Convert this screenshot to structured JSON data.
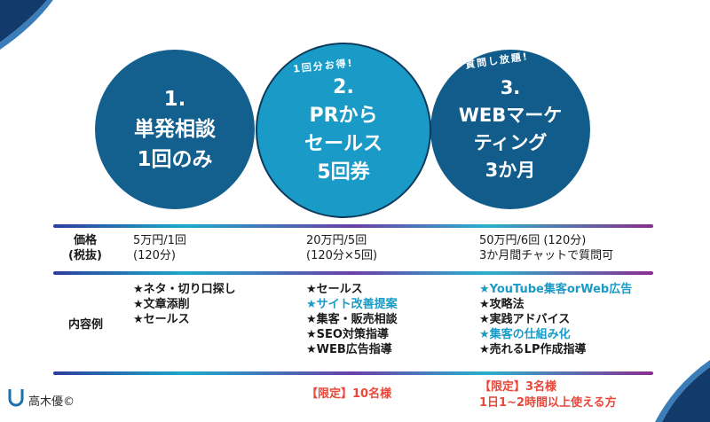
{
  "colors": {
    "circle_1": "#135f8e",
    "circle_2": "#1a9bc7",
    "circle_3": "#115c8a",
    "highlight": "#1a9bc7",
    "limited": "#e8473a"
  },
  "plans": [
    {
      "circle_text": "1.\n単発相談\n1回のみ",
      "tagline": ""
    },
    {
      "circle_text": "2.\nPRから\nセールス\n5回券",
      "tagline": "1回分お得!"
    },
    {
      "circle_text": "3.\nWEBマーケ\nティング\n3か月",
      "tagline": "質問し放題!"
    }
  ],
  "table": {
    "price_label": "価格\n(税抜)",
    "content_label": "内容例",
    "prices": [
      "5万円/1回\n(120分)",
      "20万円/5回\n(120分×5回)",
      "50万円/6回 (120分)\n3か月間チャットで質問可"
    ],
    "contents": [
      [
        {
          "text": "★ネタ・切り口探し",
          "highlight": false
        },
        {
          "text": "★文章添削",
          "highlight": false
        },
        {
          "text": "★セールス",
          "highlight": false
        }
      ],
      [
        {
          "text": "★セールス",
          "highlight": false
        },
        {
          "text": "★サイト改善提案",
          "highlight": true
        },
        {
          "text": "★集客・販売相談",
          "highlight": false
        },
        {
          "text": "★SEO対策指導",
          "highlight": false
        },
        {
          "text": "★WEB広告指導",
          "highlight": false
        }
      ],
      [
        {
          "text": "★YouTube集客orWeb広告",
          "highlight": true
        },
        {
          "text": "★攻略法",
          "highlight": false
        },
        {
          "text": "★実践アドバイス",
          "highlight": false
        },
        {
          "text": "★集客の仕組み化",
          "highlight": true
        },
        {
          "text": "★売れるLP作成指導",
          "highlight": false
        }
      ]
    ],
    "limited": [
      "",
      "【限定】10名様",
      "【限定】3名様\n1日1~2時間以上使える方"
    ]
  },
  "brand": {
    "name": "高木優©",
    "logo_icon": "u-magnet-icon"
  }
}
